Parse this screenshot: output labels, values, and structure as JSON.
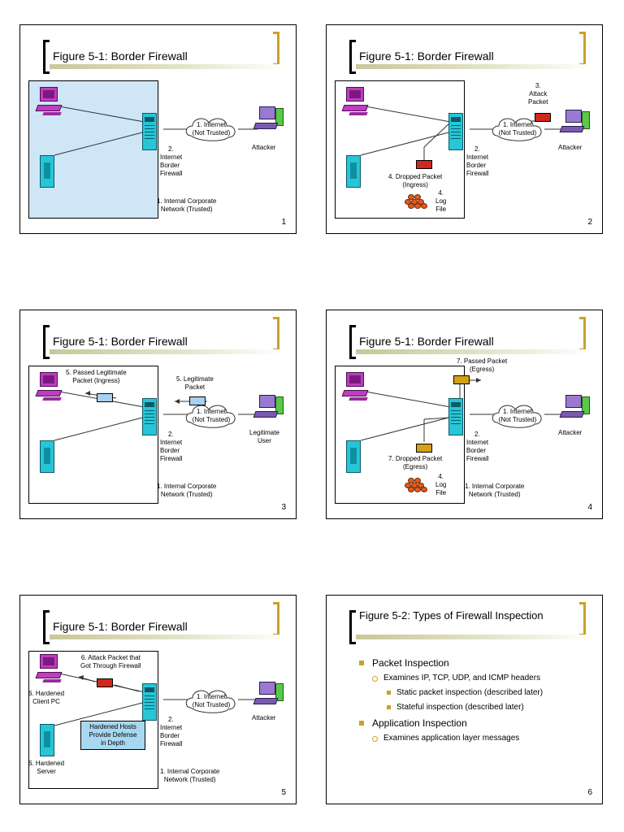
{
  "slides": [
    {
      "title": "Figure 5-1: Border Firewall",
      "page": "1",
      "cloud": [
        "1. Internet",
        "(Not Trusted)"
      ],
      "attacker": "Attacker",
      "firewall": [
        "2.",
        "Internet",
        "Border",
        "Firewall"
      ],
      "network": [
        "1. Internal Corporate",
        "Network (Trusted)"
      ]
    },
    {
      "title": "Figure 5-1: Border Firewall",
      "page": "2",
      "cloud": [
        "1. Internet",
        "(Not Trusted)"
      ],
      "attacker": "Attacker",
      "attack_packet": [
        "3.",
        "Attack",
        "Packet"
      ],
      "firewall": [
        "2.",
        "Internet",
        "Border",
        "Firewall"
      ],
      "dropped": [
        "4. Dropped Packet",
        "(Ingress)"
      ],
      "log": [
        "4.",
        "Log",
        "File"
      ]
    },
    {
      "title": "Figure 5-1: Border Firewall",
      "page": "3",
      "cloud": [
        "1. Internet",
        "(Not Trusted)"
      ],
      "user": [
        "Legitimate",
        "User"
      ],
      "passed": [
        "5. Passed Legitimate",
        "Packet (Ingress)"
      ],
      "legit_packet": [
        "5. Legitimate",
        "Packet"
      ],
      "firewall": [
        "2.",
        "Internet",
        "Border",
        "Firewall"
      ],
      "network": [
        "1. Internal Corporate",
        "Network (Trusted)"
      ]
    },
    {
      "title": "Figure 5-1: Border Firewall",
      "page": "4",
      "cloud": [
        "1. Internet",
        "(Not Trusted)"
      ],
      "attacker": "Attacker",
      "passed": [
        "7. Passed Packet",
        "(Egress)"
      ],
      "dropped": [
        "7. Dropped Packet",
        "(Egress)"
      ],
      "log": [
        "4.",
        "Log",
        "File"
      ],
      "firewall": [
        "2.",
        "Internet",
        "Border",
        "Firewall"
      ],
      "network": [
        "1. Internal Corporate",
        "Network (Trusted)"
      ]
    },
    {
      "title": "Figure 5-1: Border Firewall",
      "page": "5",
      "cloud": [
        "1. Internet",
        "(Not Trusted)"
      ],
      "attacker": "Attacker",
      "attack_through": [
        "6. Attack Packet that",
        "Got Through Firewall"
      ],
      "client": [
        "6. Hardened",
        "Client PC"
      ],
      "server": [
        "6. Hardened",
        "Server"
      ],
      "hardened_box": [
        "Hardened Hosts",
        "Provide Defense",
        "in Depth"
      ],
      "firewall": [
        "2.",
        "Internet",
        "Border",
        "Firewall"
      ],
      "network": [
        "1. Internal Corporate",
        "Network (Trusted)"
      ]
    },
    {
      "title": "Figure 5-2: Types of Firewall Inspection",
      "page": "6",
      "bullets": [
        {
          "level": 1,
          "text": "Packet Inspection"
        },
        {
          "level": 2,
          "text": "Examines IP, TCP, UDP, and ICMP headers"
        },
        {
          "level": 3,
          "text": "Static packet inspection (described later)"
        },
        {
          "level": 3,
          "text": "Stateful inspection (described later)"
        },
        {
          "level": 1,
          "text": "Application Inspection"
        },
        {
          "level": 2,
          "text": "Examines application layer messages"
        }
      ]
    }
  ]
}
